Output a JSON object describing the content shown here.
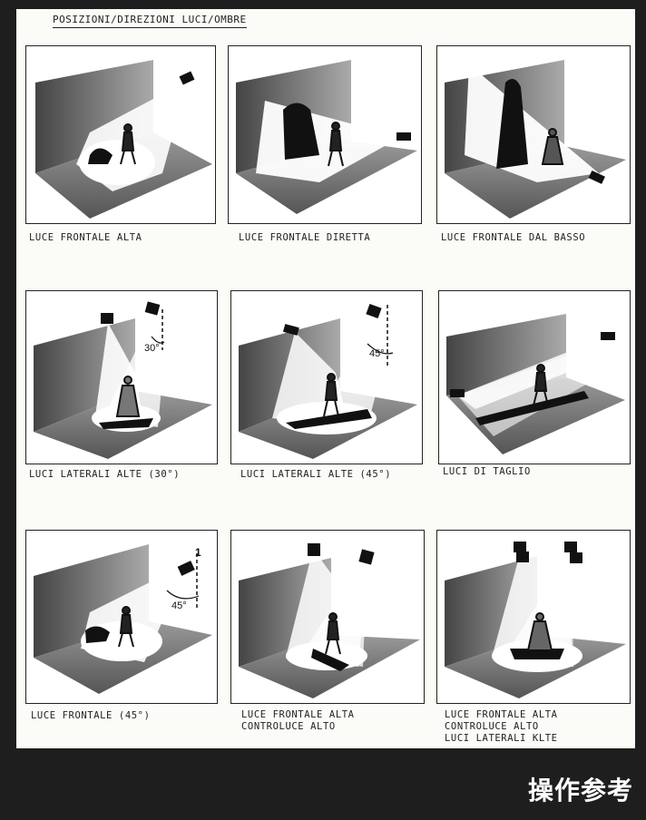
{
  "header": {
    "title": "POSIZIONI/DIREZIONI LUCI/OMBRE"
  },
  "panels": [
    {
      "caption": "LUCE FRONTALE ALTA"
    },
    {
      "caption": "LUCE FRONTALE DIRETTA"
    },
    {
      "caption": "LUCE FRONTALE DAL BASSO"
    },
    {
      "caption": "LUCI LATERALI ALTE (30°)",
      "angle": "30°"
    },
    {
      "caption": "LUCI LATERALI ALTE (45°)",
      "angle": "45°"
    },
    {
      "caption": "LUCI DI TAGLIO"
    },
    {
      "caption": "LUCE FRONTALE (45°)",
      "angle": "45°",
      "marker": "1"
    },
    {
      "caption_line1": "LUCE FRONTALE ALTA",
      "caption_line2": "CONTROLUCE ALTO"
    },
    {
      "caption_line1": "LUCE FRONTALE ALTA",
      "caption_line2": "CONTROLUCE ALTO",
      "caption_line3": "LUCI LATERALI KLTE"
    }
  ],
  "footer": {
    "text": "操作参考"
  }
}
